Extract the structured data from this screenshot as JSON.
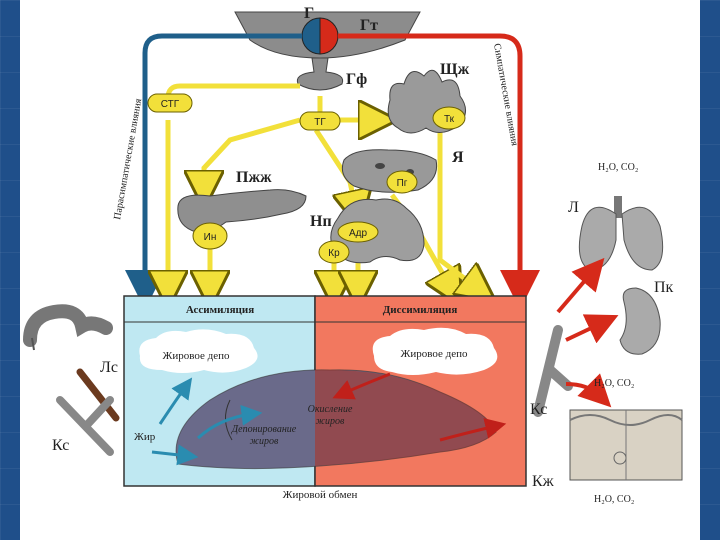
{
  "colors": {
    "slide_background": "#1f4f8a",
    "parasympathetic": "#1f5f8a",
    "sympathetic": "#d62a1a",
    "hormone_arrow": "#f2e03a",
    "assimilation_panel": "#bfe8f2",
    "dissimilation_panel": "#f2785f",
    "organ_gray": "#8a8a8a"
  },
  "labels": {
    "gt": "Гт",
    "g": "Г",
    "gf": "Гф",
    "stg": "СТГ",
    "tg": "ТГ",
    "shchzh": "Щж",
    "tk": "Тк",
    "ya": "Я",
    "pg": "Пг",
    "pzhzh": "Пжж",
    "in": "Ин",
    "np": "Нп",
    "adr": "Адр",
    "kr": "Кр",
    "parasympathetic": "Парасимпатические влияния",
    "sympathetic": "Симпатические влияния",
    "assimilation": "Ассимиляция",
    "dissimilation": "Диссимиляция",
    "fat_depot_left": "Жировое депо",
    "fat_depot_right": "Жировое депо",
    "fat": "Жир",
    "deposition_1": "Депонирование",
    "deposition_2": "жиров",
    "oxidation_1": "Окисление",
    "oxidation_2": "жиров",
    "fat_metabolism": "Жировой обмен",
    "l": "Л",
    "h2o_co2_top": "H₂O, CO₂",
    "pk": "Пк",
    "h2o_co2_mid": "H₂O, CO₂",
    "ks_right": "Кс",
    "kzh": "Кж",
    "h2o_co2_bottom": "H₂O, CO₂",
    "ls": "Лс",
    "ks_left": "Кс"
  }
}
